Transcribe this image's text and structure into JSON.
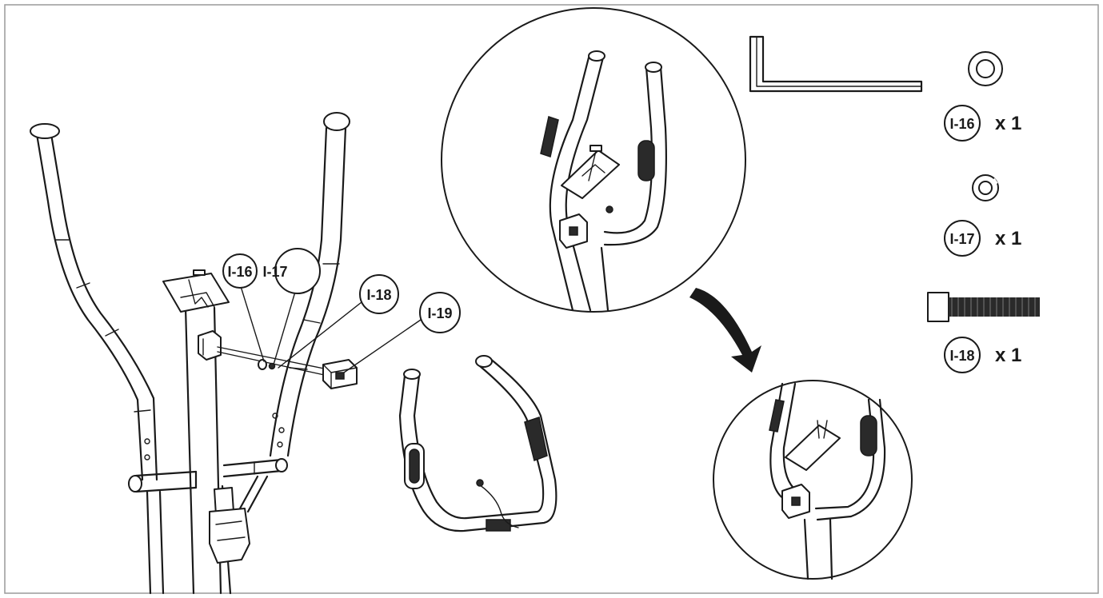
{
  "colors": {
    "line": "#1a1a1a",
    "background": "#ffffff",
    "frame": "#9a9a9a"
  },
  "callouts": {
    "i16": "I-16",
    "i17": "I-17",
    "i18": "I-18",
    "i19": "I-19"
  },
  "parts": [
    {
      "code": "I-16",
      "qty": "x 1",
      "icon": "flat-washer-icon"
    },
    {
      "code": "I-17",
      "qty": "x 1",
      "icon": "spring-washer-icon"
    },
    {
      "code": "I-18",
      "qty": "x 1",
      "icon": "bolt-icon"
    }
  ],
  "tool": {
    "icon": "allen-key-icon"
  },
  "arrow": {
    "icon": "step-arrow-icon"
  }
}
